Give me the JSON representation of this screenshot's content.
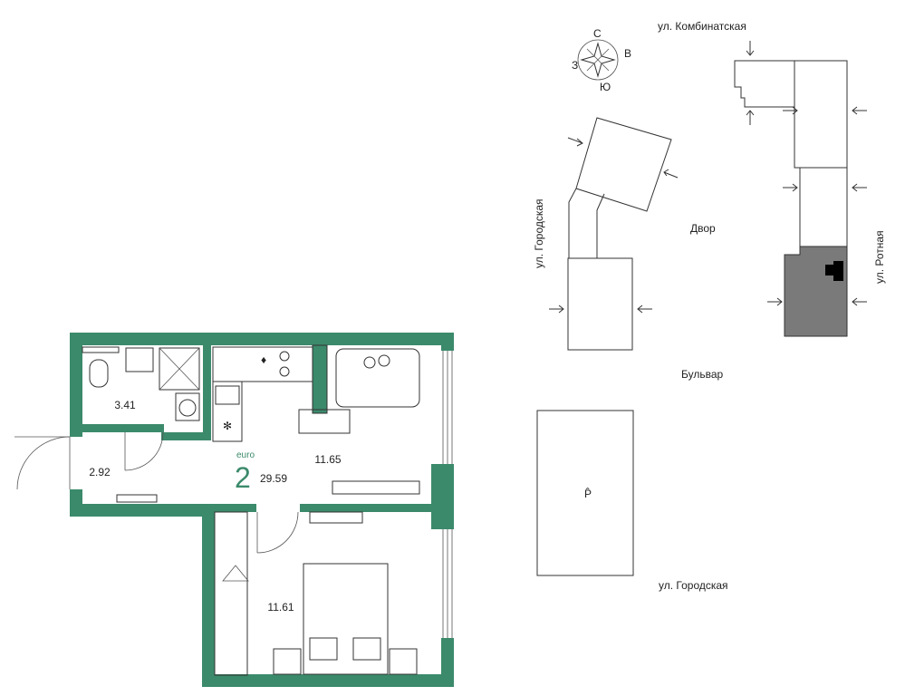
{
  "apartment": {
    "rooms": "2",
    "type": "euro",
    "total_area": "29.59",
    "room_areas": {
      "bathroom": "3.41",
      "hallway": "2.92",
      "kitchen_living": "11.65",
      "bedroom": "11.61"
    }
  },
  "compass": {
    "north": "С",
    "east": "В",
    "south": "Ю",
    "west": "З"
  },
  "site_plan": {
    "street_top": "ул. Комбинатская",
    "street_left": "ул. Городская",
    "street_right": "ул. Ротная",
    "street_bottom": "ул. Городская",
    "courtyard": "Двор",
    "boulevard": "Бульвар",
    "parking": "P̂"
  },
  "colors": {
    "wall": "#3b8a6b",
    "highlight_building": "#7a7a7a",
    "marker": "#000000"
  }
}
